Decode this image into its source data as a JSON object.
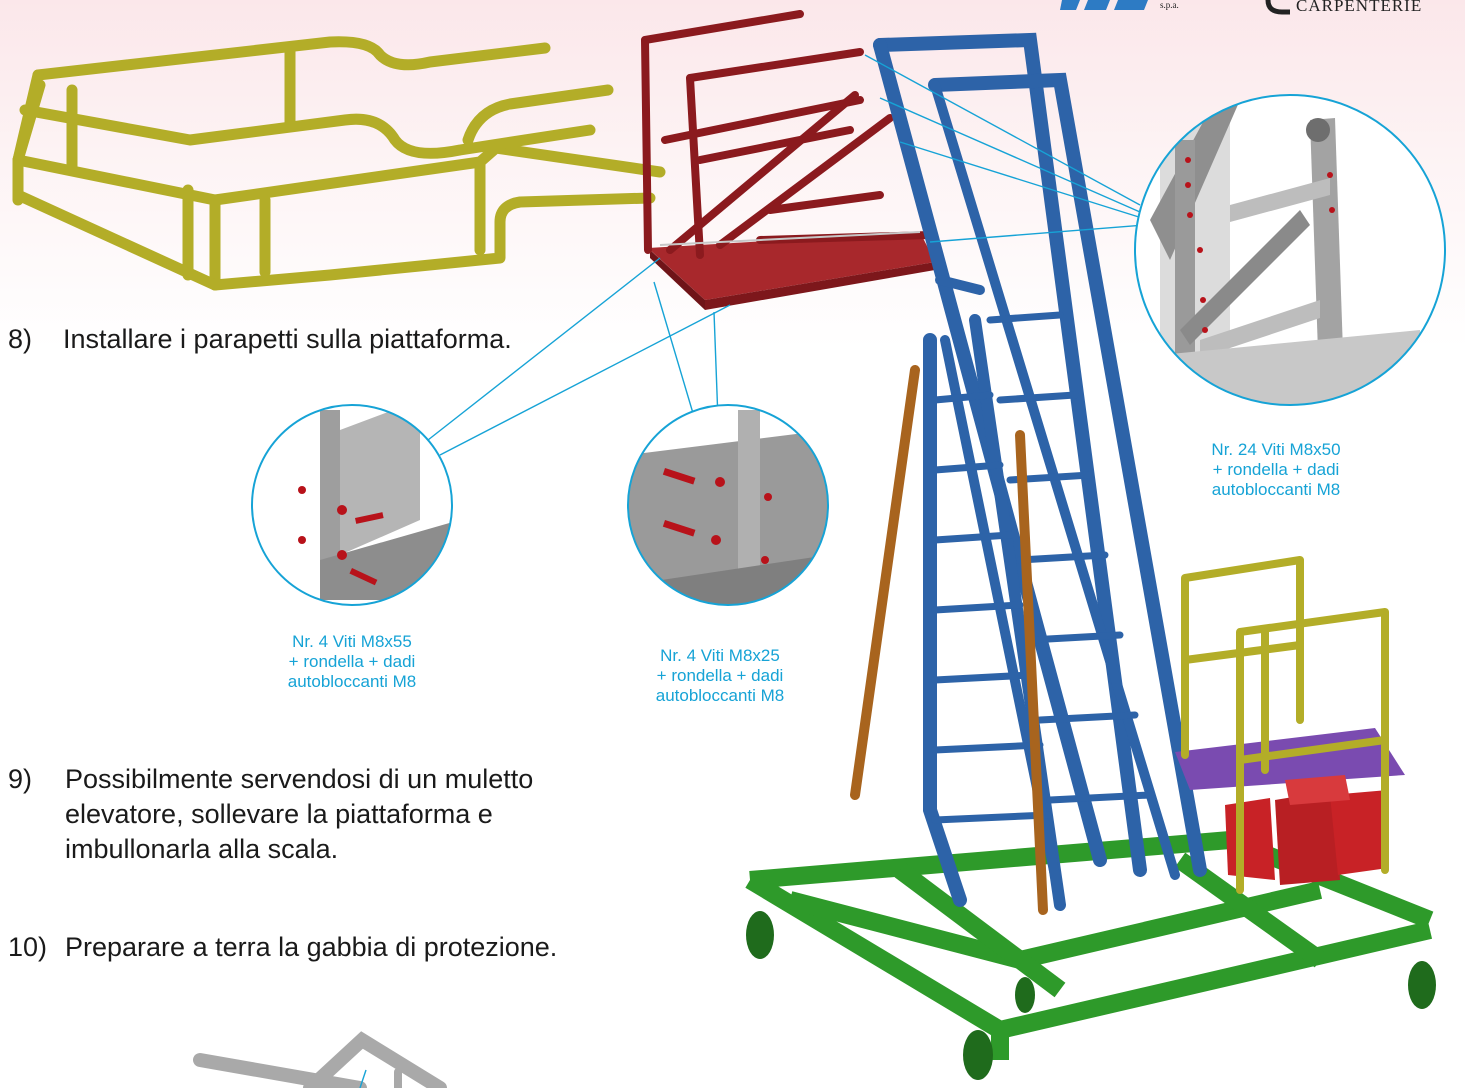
{
  "steps": [
    {
      "number": "8)",
      "text": "Installare i parapetti sulla piattaforma."
    },
    {
      "number": "9)",
      "lines": [
        "Possibilmente servendosi di un muletto",
        "elevatore, sollevare la piattaforma e",
        "imbullonarla alla scala."
      ]
    },
    {
      "number": "10)",
      "text": "Preparare a terra la gabbia di protezione."
    }
  ],
  "callouts": {
    "left": {
      "lines": [
        "Nr. 4 Viti  M8x55",
        "+ rondella + dadi",
        "autobloccanti M8"
      ]
    },
    "middle": {
      "lines": [
        "Nr. 4 Viti  M8x25",
        "+ rondella + dadi",
        "autobloccanti M8"
      ]
    },
    "right": {
      "lines": [
        "Nr. 24 Viti  M8x50",
        "+ rondella + dadi",
        "autobloccanti M8"
      ]
    }
  },
  "logo": {
    "suffix": "s.p.a.",
    "right_text": "CARPENTERIE"
  },
  "colors": {
    "callout": "#16a3d6",
    "railing_yellow": "#b3ad28",
    "platform_red": "#8b1a1e",
    "ladder_blue": "#2d63a8",
    "base_green": "#2e9a2a",
    "deck_purple": "#7a4bb0",
    "crate_red": "#c82226",
    "pole_brown": "#a8641e",
    "detail_grey": "#a9a9a9"
  },
  "icons": [
    "company-logo-mark",
    "carpenterie-logo-mark"
  ]
}
